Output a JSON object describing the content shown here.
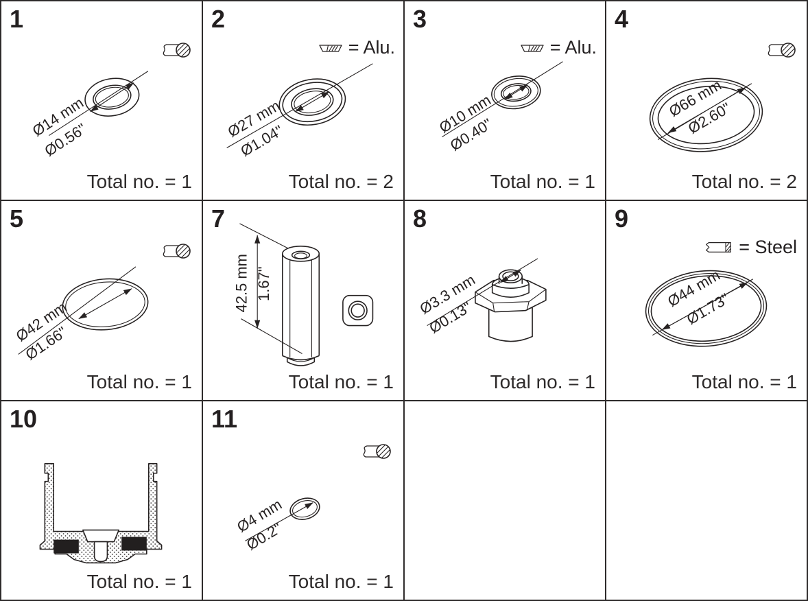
{
  "cells": [
    {
      "number": "1",
      "material_icon": "rubber-oring",
      "dim_mm": "Ø14 mm",
      "dim_in": "Ø0.56\"",
      "total": "Total no. = 1"
    },
    {
      "number": "2",
      "material_icon": "alu-section",
      "material_label": "= Alu.",
      "dim_mm": "Ø27 mm",
      "dim_in": "Ø1.04\"",
      "total": "Total no. = 2"
    },
    {
      "number": "3",
      "material_icon": "alu-section",
      "material_label": "= Alu.",
      "dim_mm": "Ø10 mm",
      "dim_in": "Ø0.40\"",
      "total": "Total no. = 1"
    },
    {
      "number": "4",
      "material_icon": "rubber-oring",
      "dim_mm": "Ø66 mm",
      "dim_in": "Ø2.60\"",
      "total": "Total no. = 2"
    },
    {
      "number": "5",
      "material_icon": "rubber-oring",
      "dim_mm": "Ø42 mm",
      "dim_in": "Ø1.66\"",
      "total": "Total no. = 1"
    },
    {
      "number": "7",
      "dim_mm": "42.5 mm",
      "dim_in": "1.67\"",
      "total": "Total no. = 1"
    },
    {
      "number": "8",
      "dim_mm": "Ø3.3 mm",
      "dim_in": "Ø0.13\"",
      "total": "Total no. = 1"
    },
    {
      "number": "9",
      "material_icon": "steel-section",
      "material_label": "= Steel",
      "dim_mm": "Ø44 mm",
      "dim_in": "Ø1.73\"",
      "total": "Total no. = 1"
    },
    {
      "number": "10",
      "total": "Total no. = 1"
    },
    {
      "number": "11",
      "material_icon": "rubber-oring",
      "dim_mm": "Ø4 mm",
      "dim_in": "Ø0.2\"",
      "total": "Total no. = 1"
    }
  ]
}
